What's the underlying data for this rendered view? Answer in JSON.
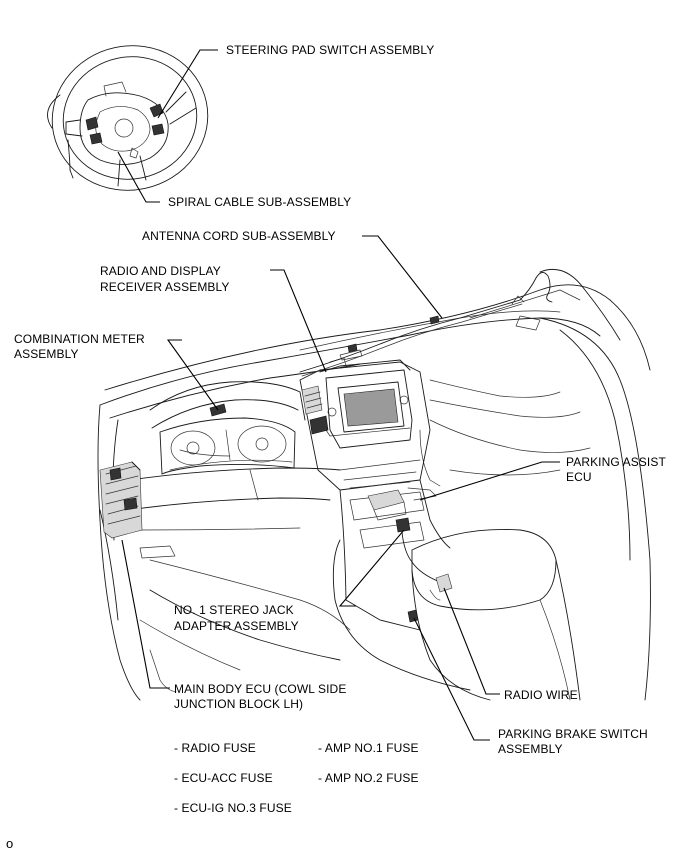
{
  "labels": {
    "steering_pad": "STEERING PAD SWITCH ASSEMBLY",
    "spiral_cable": "SPIRAL CABLE SUB-ASSEMBLY",
    "antenna_cord": "ANTENNA CORD SUB-ASSEMBLY",
    "radio_display_1": "RADIO AND DISPLAY",
    "radio_display_2": "RECEIVER ASSEMBLY",
    "combination_meter_1": "COMBINATION METER",
    "combination_meter_2": "ASSEMBLY",
    "parking_assist_1": "PARKING ASSIST",
    "parking_assist_2": "ECU",
    "stereo_jack_1": "NO. 1 STEREO JACK",
    "stereo_jack_2": "ADAPTER ASSEMBLY",
    "main_body_ecu_1": "MAIN BODY ECU (COWL SIDE",
    "main_body_ecu_2": "JUNCTION BLOCK LH)",
    "radio_wire": "RADIO WIRE",
    "parking_brake_1": "PARKING BRAKE SWITCH",
    "parking_brake_2": "ASSEMBLY"
  },
  "fuses": {
    "radio_fuse": "- RADIO FUSE",
    "amp_no1": "- AMP NO.1 FUSE",
    "ecu_acc": "- ECU-ACC FUSE",
    "amp_no2": "- AMP NO.2 FUSE",
    "ecu_ig_no3": "- ECU-IG NO.3 FUSE"
  },
  "corner_mark": "o"
}
